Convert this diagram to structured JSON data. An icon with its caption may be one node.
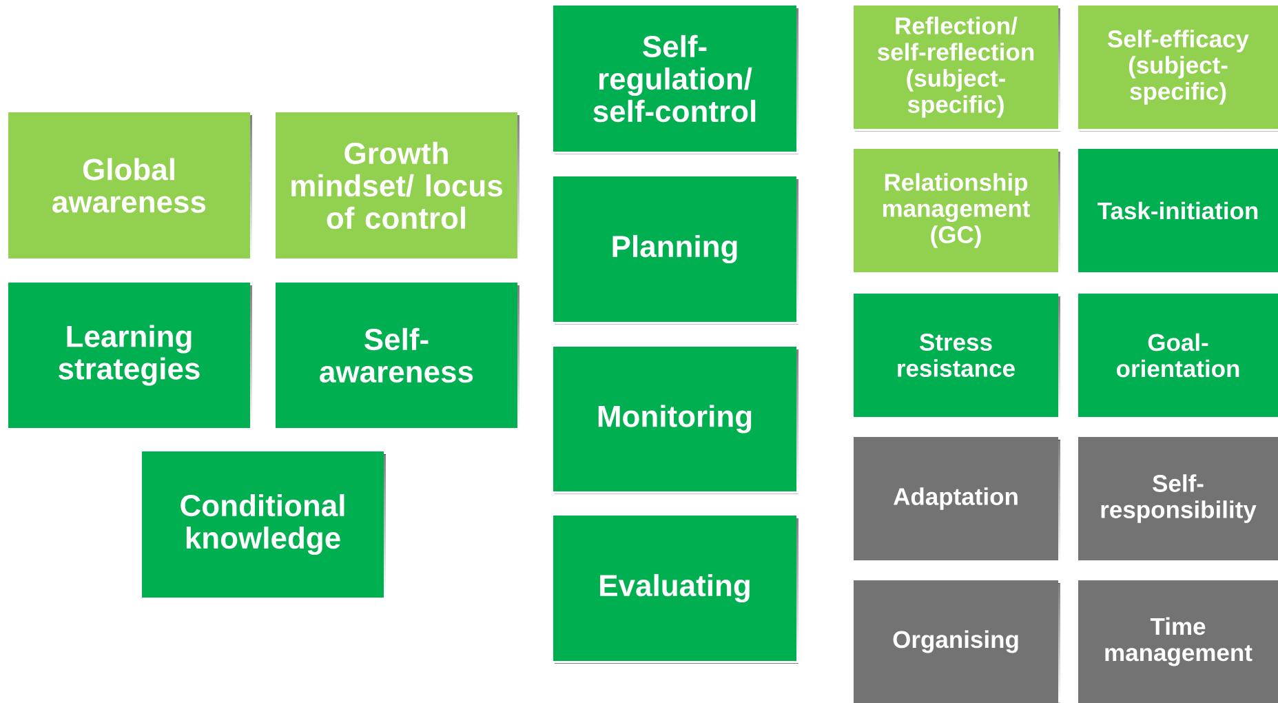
{
  "diagram": {
    "nodes": [
      {
        "text": [
          "Global awareness"
        ]
      },
      {
        "text": [
          "Growth mindset/ locus of control"
        ]
      },
      {
        "text": [
          "Learning strategies"
        ]
      },
      {
        "text": [
          "Self-awareness"
        ]
      },
      {
        "text": [
          "Conditional knowledge"
        ]
      },
      {
        "text": [
          "Self-regulation/ self-control"
        ]
      },
      {
        "text": [
          "Planning"
        ]
      },
      {
        "text": [
          "Monitoring"
        ]
      },
      {
        "text": [
          "Evaluating"
        ]
      },
      {
        "text": [
          "Reflection/ self-reflection (subject-specific)"
        ]
      },
      {
        "text": [
          "Self-efficacy (subject-specific)"
        ]
      },
      {
        "text": [
          "Relationship management (GC)"
        ]
      },
      {
        "text": [
          "Task-initiation"
        ]
      },
      {
        "text": [
          "Stress resistance"
        ]
      },
      {
        "text": [
          "Goal-orientation"
        ]
      },
      {
        "text": [
          "Adaptation"
        ]
      },
      {
        "text": [
          "Self-responsibility"
        ]
      },
      {
        "text": [
          "Organising"
        ]
      },
      {
        "text": [
          "Time management"
        ]
      }
    ]
  }
}
